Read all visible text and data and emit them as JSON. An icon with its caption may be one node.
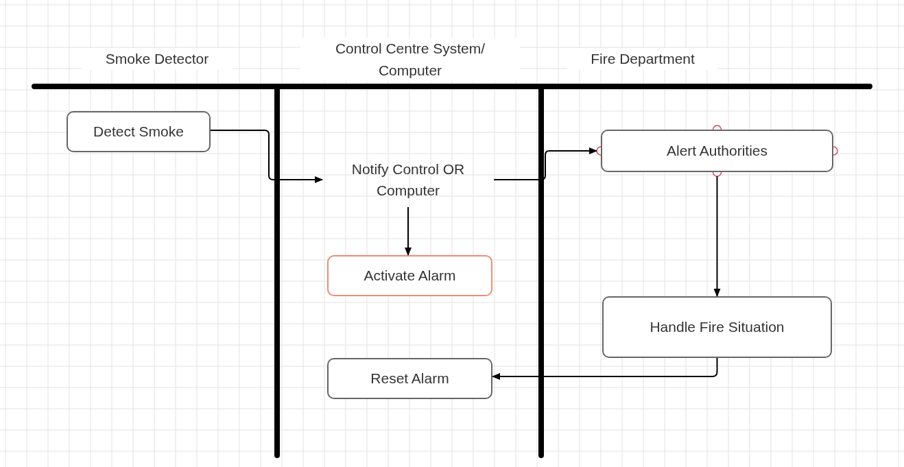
{
  "diagram": {
    "nodes": [
      {
        "text": [
          "Detect Smoke"
        ]
      },
      {
        "text": [
          "Notify Control OR Computer"
        ]
      },
      {
        "text": [
          "Activate Alarm"
        ]
      },
      {
        "text": [
          "Alert Authorities"
        ]
      },
      {
        "text": [
          "Handle Fire Situation"
        ]
      },
      {
        "text": [
          "Reset Alarm"
        ]
      }
    ],
    "edges": [
      {
        "from": 0,
        "to": 1,
        "arrow": "to"
      },
      {
        "from": 1,
        "to": 3,
        "arrow": "to"
      },
      {
        "from": 1,
        "to": 2,
        "arrow": "to"
      },
      {
        "from": 3,
        "to": 4,
        "arrow": "to"
      },
      {
        "from": 4,
        "to": 5,
        "arrow": "to"
      }
    ],
    "labels": [
      "Smoke Detector",
      "Control Centre System/ Computer",
      "Fire Department"
    ]
  }
}
